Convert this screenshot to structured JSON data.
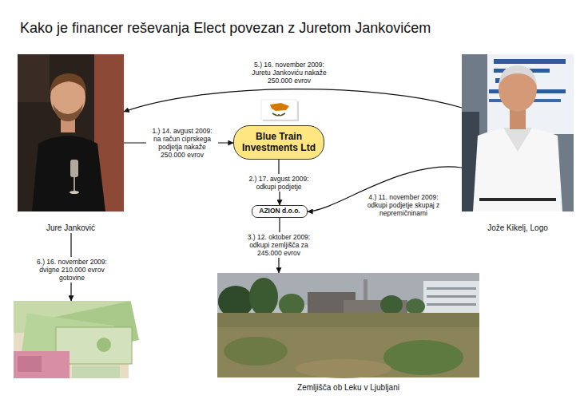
{
  "diagram": {
    "title": "Kako je financer reševanja Elect povezan z Juretom Jankovićem",
    "nodes": [
      {
        "text": [
          "Jure Janković"
        ]
      },
      {
        "text": [
          "Jože Kikelj, Logo"
        ]
      },
      {
        "text": [
          "Blue Train Investments Ltd"
        ]
      },
      {
        "text": [
          "AZION d.o.o."
        ]
      },
      {
        "text": []
      },
      {
        "text": [
          "Zemljišča ob Leku v Ljubljani"
        ]
      }
    ],
    "edges": [
      {
        "from": 0,
        "to": 2,
        "arrow": "to",
        "label": "1.) 14. avgust 2009: na račun ciprskega podjetja nakaže 250.000 evrov"
      },
      {
        "from": 2,
        "to": 3,
        "arrow": "to",
        "label": "2.) 17. avgust 2009: odkupi podjetje"
      },
      {
        "from": 3,
        "to": 5,
        "arrow": "to",
        "label": "3.) 12. oktober 2009: odkupi zemljišča za 245.000 evrov"
      },
      {
        "from": 1,
        "to": 3,
        "arrow": "to",
        "label": "4.) 11. november 2009: odkupi podjetje skupaj z nepremičninami"
      },
      {
        "from": 1,
        "to": 0,
        "arrow": "to",
        "label": "5.) 16. november 2009: Juretu Jankoviću nakaže 250.000 evrov"
      },
      {
        "from": 0,
        "to": 4,
        "arrow": "to",
        "label": "6.) 16. november 2009: dvigne 210.000 evrov gotovine"
      }
    ]
  }
}
